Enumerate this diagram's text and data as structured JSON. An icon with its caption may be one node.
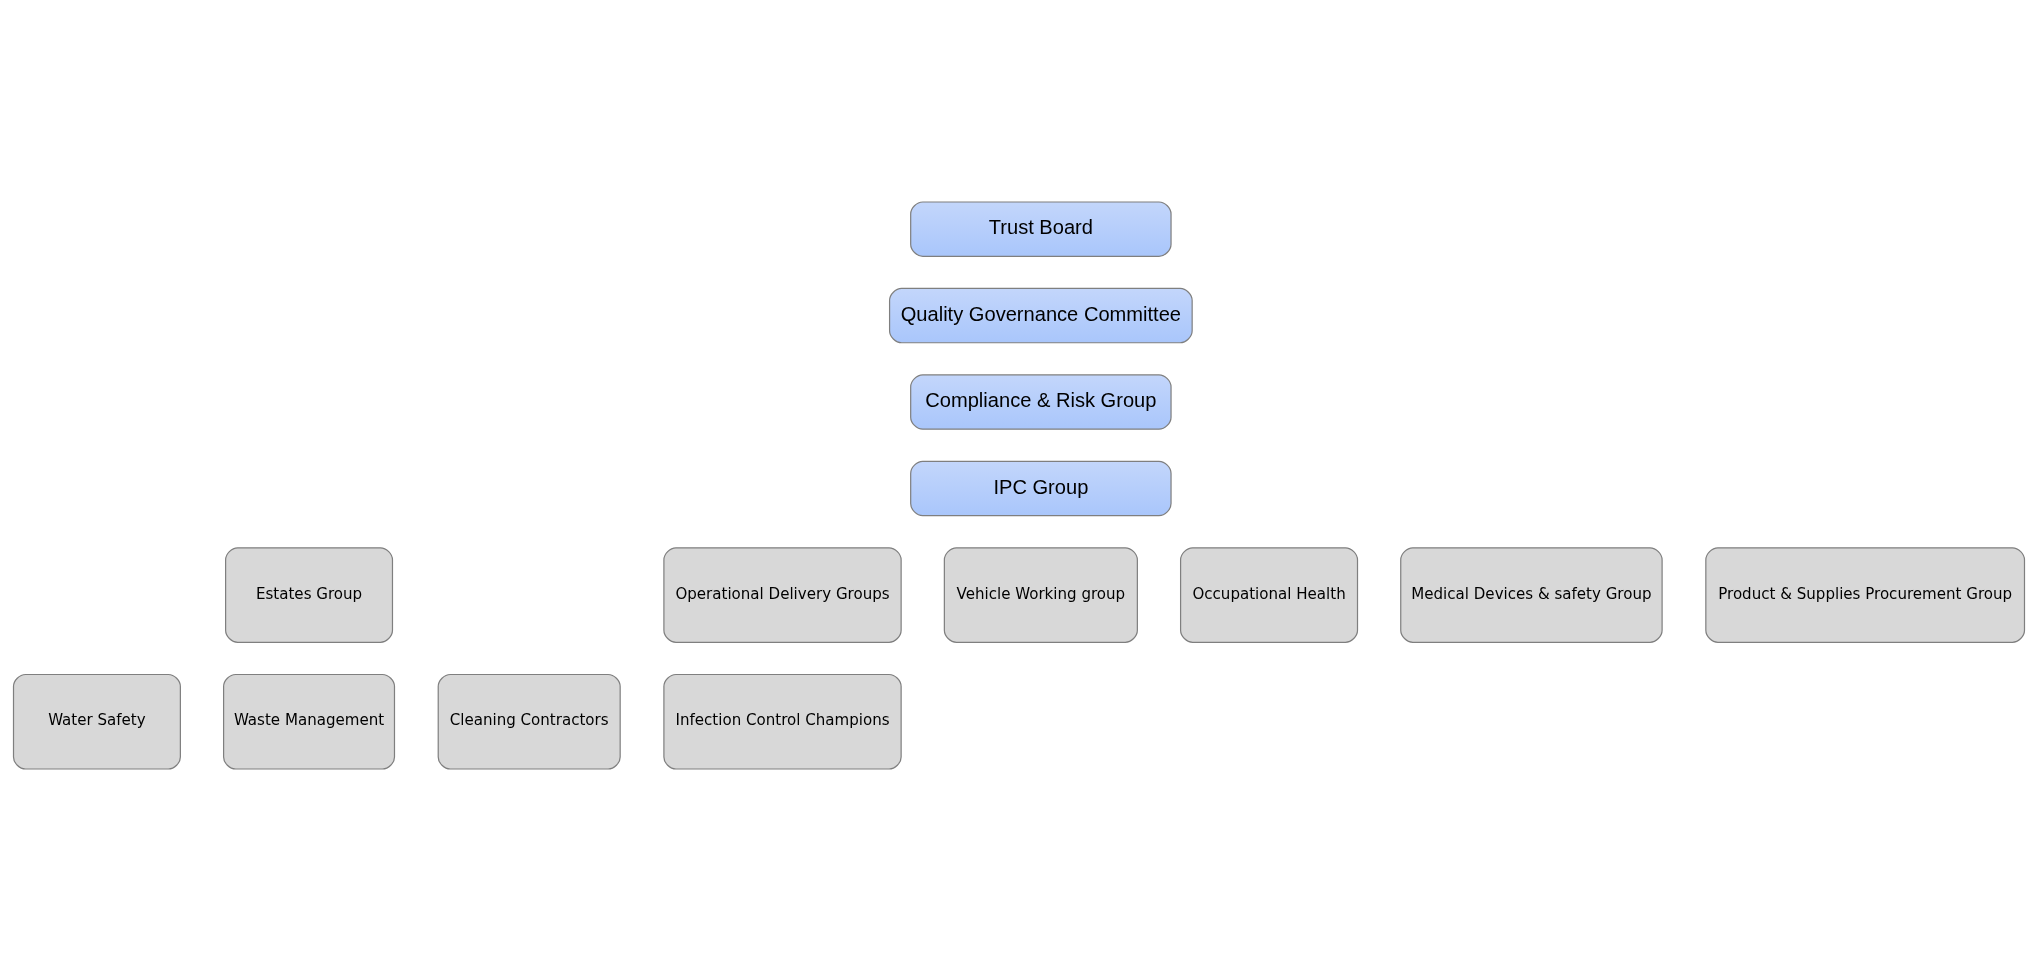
{
  "diagram": {
    "nodes": [
      {
        "text": [
          "Trust Board"
        ]
      },
      {
        "text": [
          "Quality Governance Committee"
        ]
      },
      {
        "text": [
          "Compliance & Risk Group"
        ]
      },
      {
        "text": [
          "IPC Group"
        ]
      },
      {
        "text": [
          "Estates Group"
        ]
      },
      {
        "text": [
          "Operational Delivery Groups"
        ]
      },
      {
        "text": [
          "Vehicle Working group"
        ]
      },
      {
        "text": [
          "Occupational Health"
        ]
      },
      {
        "text": [
          "Medical Devices & safety Group"
        ]
      },
      {
        "text": [
          "Product & Supplies Procurement Group"
        ]
      },
      {
        "text": [
          "Water Safety"
        ]
      },
      {
        "text": [
          "Waste Management"
        ]
      },
      {
        "text": [
          "Cleaning Contractors"
        ]
      },
      {
        "text": [
          "Infection Control Champions"
        ]
      }
    ],
    "edges": []
  }
}
